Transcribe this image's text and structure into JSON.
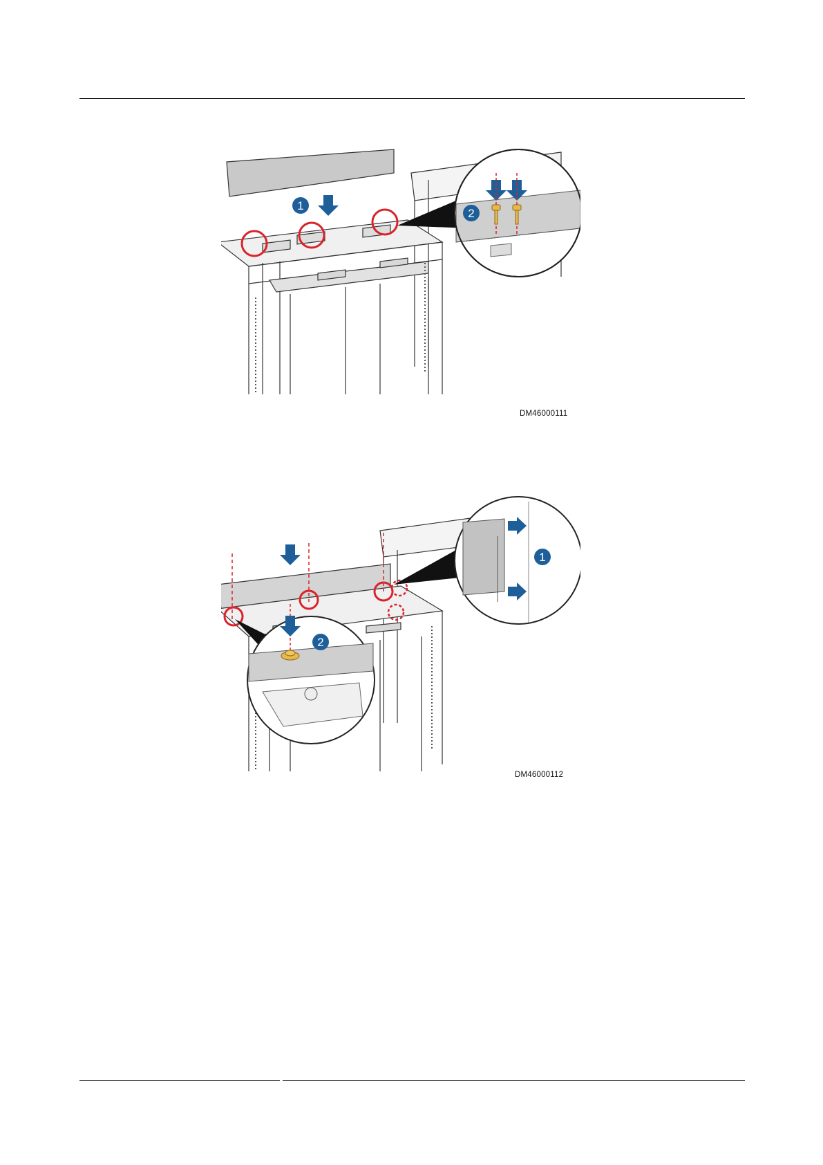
{
  "page": {
    "figures": [
      {
        "id": "DM46000111",
        "caption_code": "DM46000111",
        "step_labels": [
          "1",
          "2"
        ],
        "icons": [
          "down-arrow-icon",
          "highlight-circle-icon",
          "screw-icon",
          "magnifier-callout-icon"
        ],
        "colors": {
          "arrow": "#1f5f99",
          "marker": "#d9232a",
          "screw": "#e8b84a",
          "badge": "#1f5f99"
        }
      },
      {
        "id": "DM46000112",
        "caption_code": "DM46000112",
        "step_labels": [
          "1",
          "2"
        ],
        "icons": [
          "down-arrow-icon",
          "right-arrow-icon",
          "highlight-circle-icon",
          "screw-icon",
          "magnifier-callout-icon"
        ],
        "colors": {
          "arrow": "#1f5f99",
          "marker": "#d9232a",
          "screw": "#e8b84a",
          "badge": "#1f5f99"
        }
      }
    ]
  }
}
